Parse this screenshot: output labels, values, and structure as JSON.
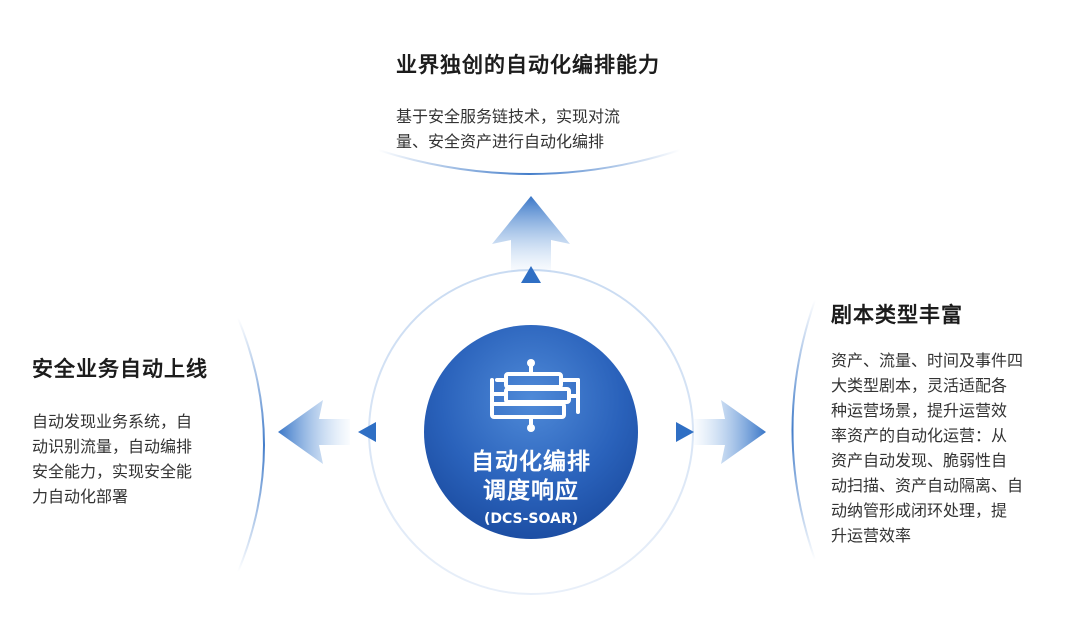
{
  "center": {
    "lines": [
      "自动化编排",
      "调度响应"
    ],
    "sub": "(DCS-SOAR)",
    "icon": "orchestration-icon"
  },
  "blocks": {
    "top": {
      "title": "业界独创的自动化编排能力",
      "desc": [
        "基于安全服务链技术，实现对流",
        "量、安全资产进行自动化编排"
      ]
    },
    "left": {
      "title": "安全业务自动上线",
      "desc": [
        "自动发现业务系统，自",
        "动识别流量，自动编排",
        "安全能力，实现安全能",
        "力自动化部署"
      ]
    },
    "right": {
      "title": "剧本类型丰富",
      "desc": [
        "资产、流量、时间及事件四",
        "大类型剧本，灵活适配各",
        "种运营场景，提升运营效",
        "率资产的自动化运营：从",
        "资产自动发现、脆弱性自",
        "动扫描、资产自动隔离、自",
        "动纳管形成闭环处理，提",
        "升运营效率"
      ]
    }
  },
  "colors": {
    "primary": "#1f59b3",
    "primary_light": "#4a86d6",
    "arrow": "#3f7fd0",
    "arc": "#2f6fc4"
  }
}
